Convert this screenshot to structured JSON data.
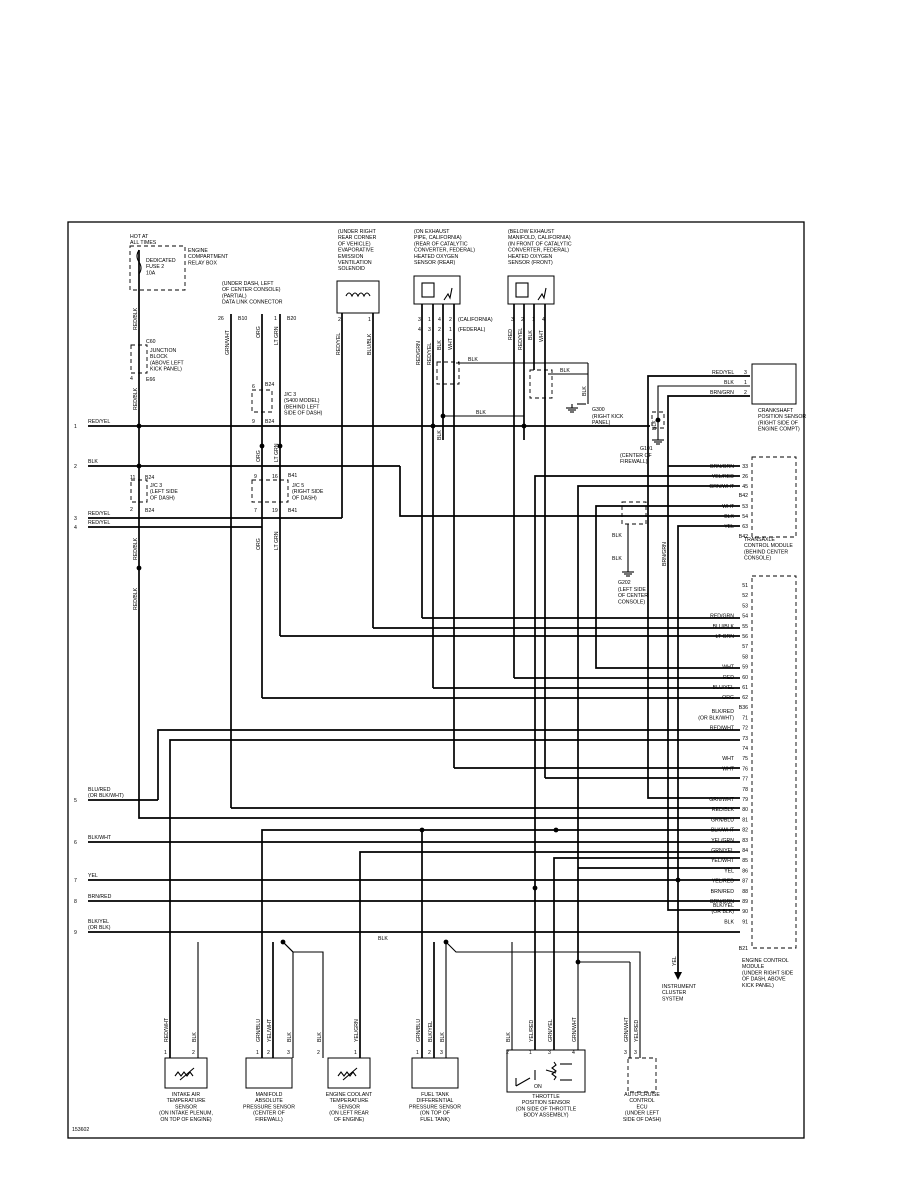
{
  "figure_id": "153602",
  "left_terminals": [
    {
      "num": "1",
      "label": "RED/YEL"
    },
    {
      "num": "2",
      "label": "BLK"
    },
    {
      "num": "3",
      "label": "RED/YEL"
    },
    {
      "num": "4",
      "label": "RED/YEL"
    },
    {
      "num": "5",
      "label": "BLU/RED\n(OR BLK/WHT)"
    },
    {
      "num": "6",
      "label": "BLK/WHT"
    },
    {
      "num": "7",
      "label": "YEL"
    },
    {
      "num": "8",
      "label": "BRN/RED"
    },
    {
      "num": "9",
      "label": "BLK/YEL\n(OR BLK)"
    }
  ],
  "top_components": {
    "relay_box": {
      "hot": "HOT AT\nALL TIMES",
      "title": "ENGINE\nCOMPARTMENT\nRELAY BOX",
      "fuse": "DEDICATED\nFUSE 2\n10A"
    },
    "junction": {
      "conn_top": "C60",
      "pin": "4",
      "conn_bot": "E66",
      "label": "JUNCTION\nBLOCK\n(ABOVE LEFT\nKICK PANEL)"
    },
    "dlc": {
      "title": "(UNDER DASH, LEFT\nOF CENTER CONSOLE)\n(PARTIAL)\nDATA LINK CONNECTOR",
      "pins": [
        "26",
        "B10",
        "1",
        "B20"
      ]
    },
    "evap": {
      "title": "(UNDER RIGHT\nREAR CORNER\nOF VEHICLE)\nEVAPORATIVE\nEMISSION\nVENTILATION\nSOLENOID",
      "pins": [
        "2",
        "1"
      ]
    },
    "ho2s_rear": {
      "title": "(ON EXHAUST\nPIPE, CALIFORNIA)\n(REAR OF CATALYTIC\nCONVERTER, FEDERAL)\nHEATED OXYGEN\nSENSOR (REAR)",
      "pins_ca": [
        "3",
        "1",
        "4",
        "2"
      ],
      "pins_fed": [
        "4",
        "3",
        "2",
        "1"
      ],
      "note_ca": "(CALIFORNIA)",
      "note_fed": "(FEDERAL)"
    },
    "ho2s_front": {
      "title": "(BELOW EXHAUST\nMANIFOLD, CALIFORNIA)\n(IN FRONT OF CATALYTIC\nCONVERTER, FEDERAL)\nHEATED OXYGEN\nSENSOR (FRONT)",
      "pins": [
        "3",
        "2",
        "1",
        "4"
      ]
    }
  },
  "jc": {
    "jc3_small": {
      "label": "J/C 3\n(S400 MODEL)\n(BEHIND LEFT\nSIDE OF DASH)",
      "pins": [
        "6",
        "9"
      ],
      "conns": [
        "B24",
        "B24"
      ]
    },
    "jc3": {
      "label": "J/C 3\n(LEFT SIDE\nOF DASH)",
      "pins": [
        "11",
        "2"
      ],
      "conns": [
        "B24",
        "B24"
      ]
    },
    "jc5": {
      "label": "J/C 5\n(RIGHT SIDE\nOF DASH)",
      "pins": [
        "9",
        "16",
        "7",
        "19"
      ],
      "conns": [
        "B41",
        "B41"
      ]
    }
  },
  "grounds": {
    "g300": {
      "id": "G300",
      "label": "(RIGHT KICK\nPANEL)"
    },
    "g101": {
      "id": "G101",
      "label": "(CENTER OF\nFIREWALL)"
    },
    "g202": {
      "id": "G202",
      "label": "(LEFT SIDE\nOF CENTER\nCONSOLE)"
    }
  },
  "ckp": {
    "title": "CRANKSHAFT\nPOSITION SENSOR\n(RIGHT SIDE OF\nENGINE COMPT)",
    "pins": [
      {
        "n": "3",
        "w": "RED/YEL"
      },
      {
        "n": "1",
        "w": "BLK"
      },
      {
        "n": "2",
        "w": "BRN/GRN"
      }
    ]
  },
  "tcm": {
    "title": "TRANSAXLE\nCONTROL MODULE\n(BEHIND CENTER\nCONSOLE)",
    "pins": [
      {
        "n": "33",
        "w": "BRN/GRN"
      },
      {
        "n": "26",
        "w": "YEL/RED"
      },
      {
        "n": "45",
        "w": "GRN/WHT"
      },
      {
        "n": "",
        "w": "B42"
      },
      {
        "n": "53",
        "w": "WHT"
      },
      {
        "n": "54",
        "w": "BLK"
      },
      {
        "n": "63",
        "w": "YEL"
      },
      {
        "n": "",
        "w": "B42"
      }
    ]
  },
  "ecm": {
    "title": "ENGINE CONTROL\nMODULE\n(UNDER RIGHT SIDE\nOF DASH, ABOVE\nKICK PANEL)",
    "conn_a": "B36",
    "conn_b": "B21",
    "pins": [
      {
        "n": "51",
        "w": ""
      },
      {
        "n": "52",
        "w": ""
      },
      {
        "n": "53",
        "w": ""
      },
      {
        "n": "54",
        "w": "RED/GRN"
      },
      {
        "n": "55",
        "w": "BLU/BLK"
      },
      {
        "n": "56",
        "w": "LT GRN"
      },
      {
        "n": "57",
        "w": ""
      },
      {
        "n": "58",
        "w": ""
      },
      {
        "n": "59",
        "w": "WHT"
      },
      {
        "n": "60",
        "w": "RED"
      },
      {
        "n": "61",
        "w": "BLU/YEL"
      },
      {
        "n": "62",
        "w": "ORG"
      },
      {
        "n": "71",
        "w": "BLK/RED\n(OR BLK/WHT)"
      },
      {
        "n": "72",
        "w": "RED/WHT"
      },
      {
        "n": "73",
        "w": ""
      },
      {
        "n": "74",
        "w": ""
      },
      {
        "n": "75",
        "w": "WHT"
      },
      {
        "n": "76",
        "w": "WHT"
      },
      {
        "n": "77",
        "w": ""
      },
      {
        "n": "78",
        "w": ""
      },
      {
        "n": "79",
        "w": "GRN/WHT"
      },
      {
        "n": "80",
        "w": "RED/BLK"
      },
      {
        "n": "81",
        "w": "GRN/BLU"
      },
      {
        "n": "82",
        "w": "BLK/WHT"
      },
      {
        "n": "83",
        "w": "YEL/GRN"
      },
      {
        "n": "84",
        "w": "GRN/YEL"
      },
      {
        "n": "85",
        "w": "YEL/WHT"
      },
      {
        "n": "86",
        "w": "YEL"
      },
      {
        "n": "87",
        "w": "YEL/RED"
      },
      {
        "n": "88",
        "w": "BRN/RED"
      },
      {
        "n": "89",
        "w": "BRN/GRN"
      },
      {
        "n": "90",
        "w": "BLK/YEL\n(OR BLK)"
      },
      {
        "n": "91",
        "w": "BLK"
      }
    ]
  },
  "cluster": {
    "wire": "YEL",
    "title": "INSTRUMENT\nCLUSTER\nSYSTEM"
  },
  "bottom_components": [
    {
      "key": "iat",
      "title": "INTAKE AIR\nTEMPERATURE\nSENSOR",
      "loc": "(ON INTAKE PLENUM,\nON TOP OF ENGINE)",
      "wires": [
        "RED/WHT",
        "BLK"
      ],
      "pins": [
        "1",
        "2"
      ]
    },
    {
      "key": "map",
      "title": "MANIFOLD\nABSOLUTE\nPRESSURE SENSOR",
      "loc": "(CENTER OF\nFIREWALL)",
      "wires": [
        "GRN/BLU",
        "YEL/WHT",
        "BLK"
      ],
      "pins": [
        "1",
        "2",
        "3"
      ]
    },
    {
      "key": "ect",
      "title": "ENGINE COOLANT\nTEMPERATURE\nSENSOR",
      "loc": "(ON LEFT REAR\nOF ENGINE)",
      "wires": [
        "BLK",
        "YEL/GRN"
      ],
      "pins": [
        "2",
        "1"
      ]
    },
    {
      "key": "ftdp",
      "title": "FUEL TANK\nDIFFERENTIAL\nPRESSURE SENSOR",
      "loc": "(ON TOP OF\nFUEL TANK)",
      "wires": [
        "GRN/BLU",
        "BLK/YEL",
        "BLK"
      ],
      "pins": [
        "1",
        "2",
        "3"
      ]
    },
    {
      "key": "tps",
      "title": "THROTTLE\nPOSITION SENSOR",
      "loc": "(ON SIDE OF THROTTLE\nBODY ASSEMBLY)",
      "wires": [
        "BLK",
        "YEL/RED",
        "GRN/YEL",
        "GRN/WHT"
      ],
      "pins": [
        "2",
        "1",
        "3",
        "4"
      ],
      "switch": "ON"
    },
    {
      "key": "acc",
      "title": "AUTO-CRUISE\nCONTROL\nECU",
      "loc": "(UNDER LEFT\nSIDE OF DASH)",
      "wires": [
        "GRN/WHT",
        "YEL/RED"
      ],
      "pins": [
        "3",
        "3"
      ]
    }
  ],
  "wire_labels": {
    "red_blk": "RED/BLK",
    "grn_wht": "GRN/WHT",
    "org": "ORG",
    "lt_grn": "LT GRN",
    "red_yel": "RED/YEL",
    "blu_blk": "BLU/BLK",
    "red_grn": "RED/GRN",
    "blu_yel": "BLU/YEL",
    "blk": "BLK",
    "wht": "WHT",
    "red": "RED",
    "brn_grn": "BRN/GRN"
  }
}
